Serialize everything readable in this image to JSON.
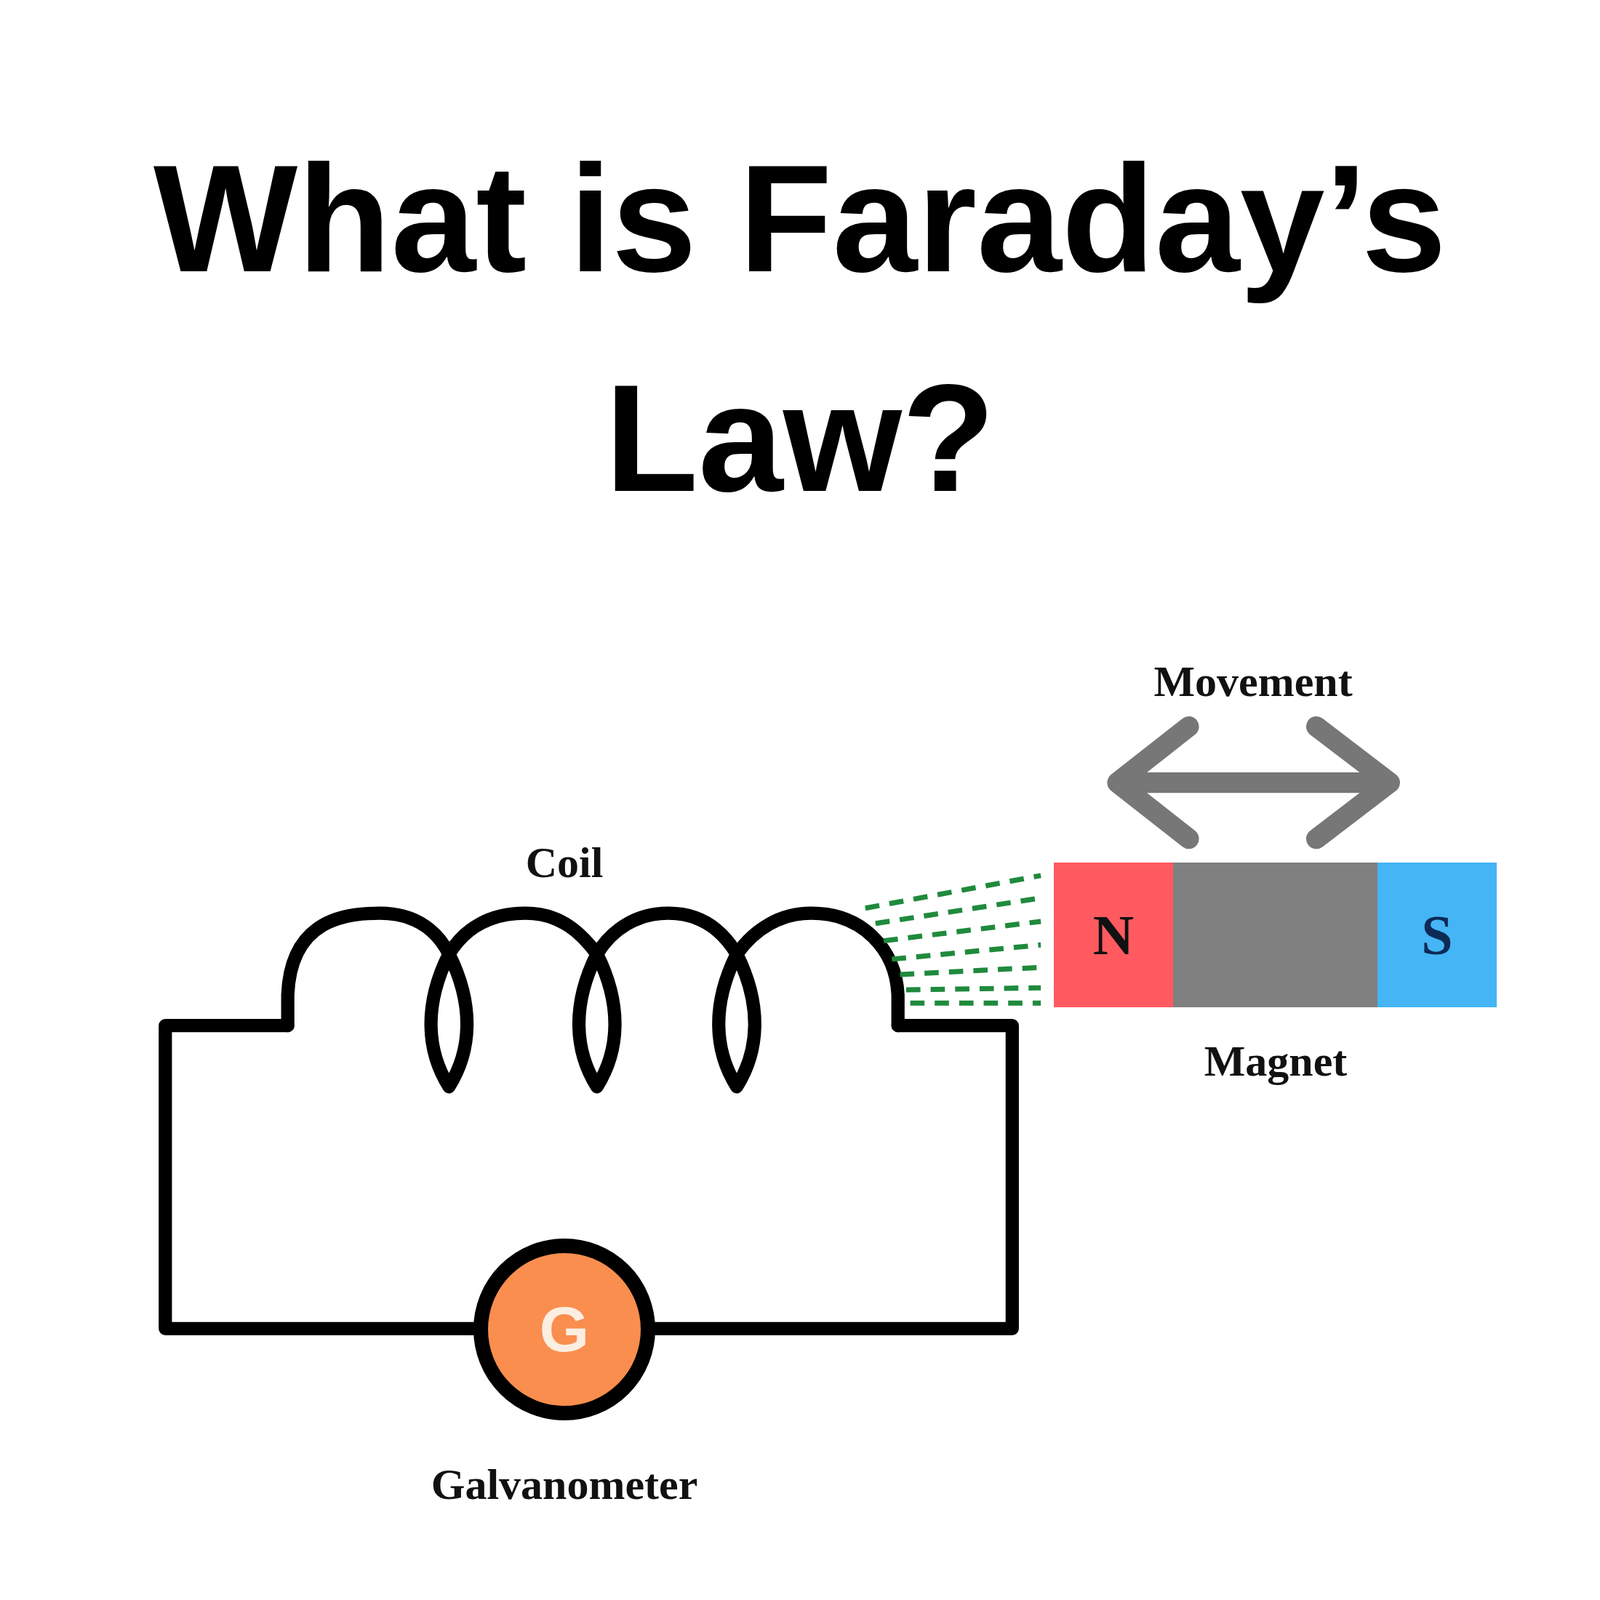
{
  "diagram": {
    "title": "What is Faraday’s Law?",
    "nodes": [
      {
        "text": [
          "N",
          "S",
          "Magnet"
        ]
      },
      {
        "text": [
          "G",
          "Galvanometer"
        ]
      }
    ],
    "labels": [
      "Movement",
      "Coil"
    ]
  }
}
